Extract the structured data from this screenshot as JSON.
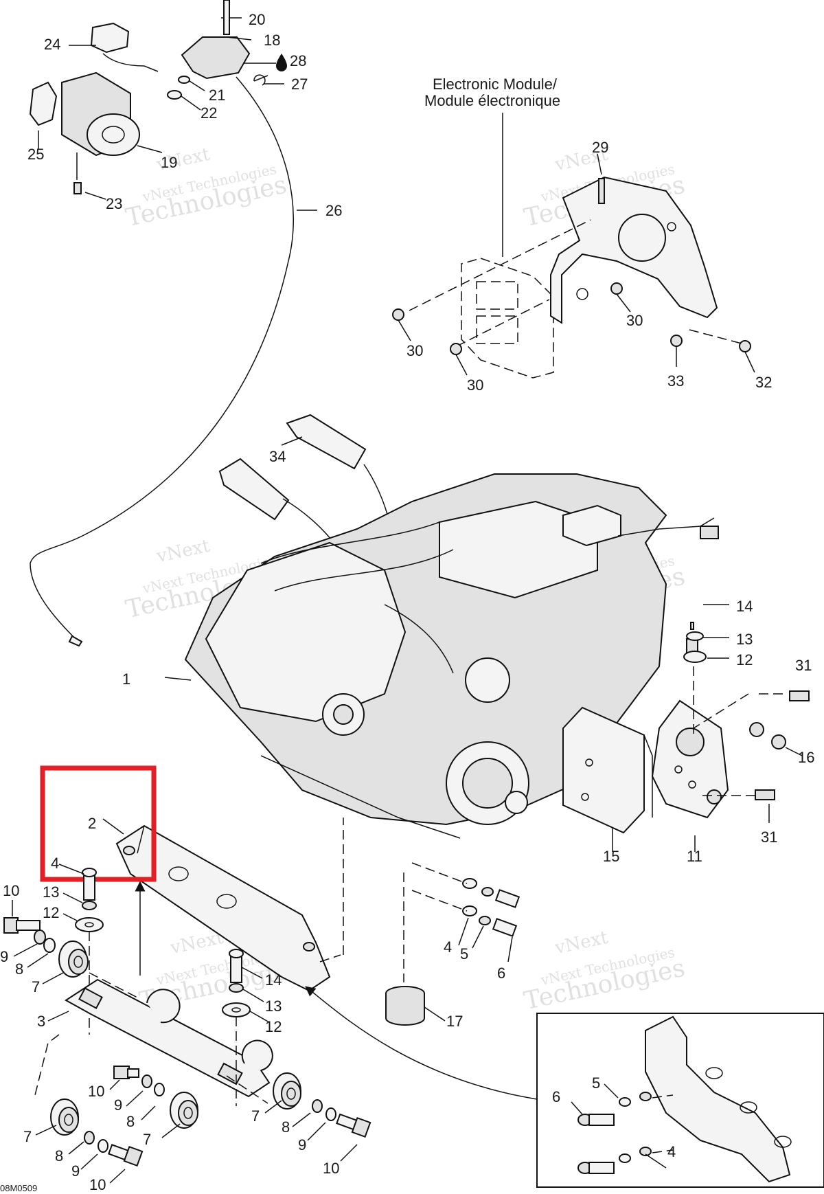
{
  "module_label": {
    "line1": "Electronic Module/",
    "line2": "Module électronique"
  },
  "drawing_code": "08M0509",
  "watermark": {
    "line1": "vNext",
    "line2": "vNext Technologies",
    "line3": "Technologies"
  },
  "drop_icon": "oil-drop-icon",
  "colors": {
    "highlight": "#e31e24",
    "lines": "#111111",
    "watermark": "#c8c8c8"
  },
  "callouts": {
    "c1": "1",
    "c2": "2",
    "c3": "3",
    "c4a": "4",
    "c4b": "4",
    "c4c": "4",
    "c5a": "5",
    "c5b": "5",
    "c6a": "6",
    "c6b": "6",
    "c7a": "7",
    "c7b": "7",
    "c7c": "7",
    "c7d": "7",
    "c8a": "8",
    "c8b": "8",
    "c8c": "8",
    "c8d": "8",
    "c9a": "9",
    "c9b": "9",
    "c9c": "9",
    "c9d": "9",
    "c10a": "10",
    "c10b": "10",
    "c10c": "10",
    "c10d": "10",
    "c11": "11",
    "c12a": "12",
    "c12b": "12",
    "c12c": "12",
    "c13a": "13",
    "c13b": "13",
    "c13c": "13",
    "c14a": "14",
    "c14b": "14",
    "c15": "15",
    "c16": "16",
    "c17": "17",
    "c18": "18",
    "c19": "19",
    "c20": "20",
    "c21": "21",
    "c22": "22",
    "c23": "23",
    "c24": "24",
    "c25": "25",
    "c26": "26",
    "c27": "27",
    "c28": "28",
    "c29": "29",
    "c30a": "30",
    "c30b": "30",
    "c30c": "30",
    "c31a": "31",
    "c31b": "31",
    "c32": "32",
    "c33": "33",
    "c34": "34"
  }
}
